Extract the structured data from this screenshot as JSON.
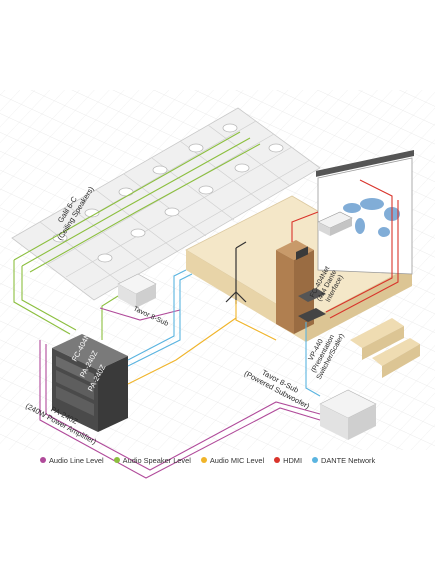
{
  "labels": {
    "ceiling_speakers": [
      "Galil 6-C",
      "(Ceiling Speakers)"
    ],
    "tavor_top": "Tavor 8-Sub",
    "rack_units": [
      "FC-404Net",
      "PA-240Z",
      "PA-240Z"
    ],
    "amplifier": [
      "PA-240Z",
      "(240W Power Amplifier)"
    ],
    "sub_bottom": [
      "Tavor 8-Sub",
      "(Powered Subwoofer)"
    ],
    "dante_interface": [
      "FC-404Net",
      "(4x4 Dante",
      "Interface)"
    ],
    "switcher": [
      "VP-440",
      "(Presentation",
      "Switcher/Scaler)"
    ]
  },
  "legend": [
    {
      "label": "Audio Line Level",
      "color": "#b04a9a"
    },
    {
      "label": "Audio Speaker Level",
      "color": "#8cbf3f"
    },
    {
      "label": "Audio MIC Level",
      "color": "#f0b429"
    },
    {
      "label": "HDMI",
      "color": "#d9342b"
    },
    {
      "label": "DANTE Network",
      "color": "#5ab4e0"
    }
  ]
}
